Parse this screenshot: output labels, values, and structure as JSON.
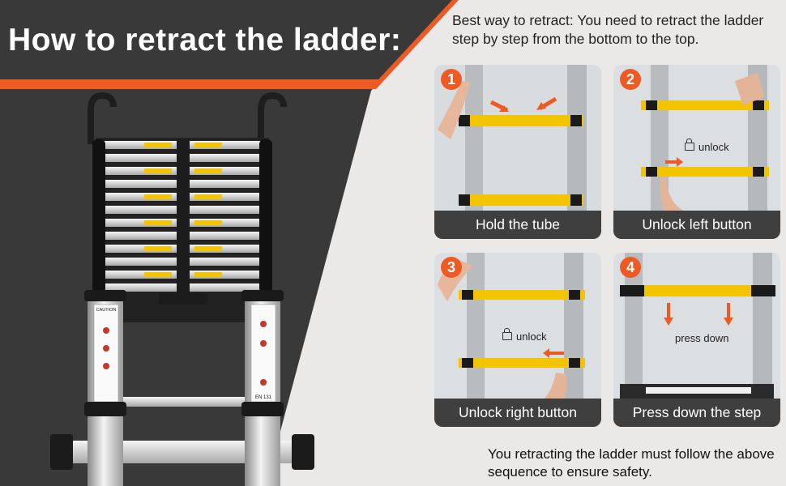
{
  "banner": {
    "title": "How to retract the ladder:",
    "accent_color": "#ee5a24",
    "background_color": "#393939"
  },
  "hint": {
    "text": "Best way to retract: You need to retract the ladder step by step from the bottom to the top."
  },
  "steps": [
    {
      "number": "1",
      "caption": "Hold the tube",
      "icon": "hands-holding-tubes"
    },
    {
      "number": "2",
      "caption": "Unlock left button",
      "label": "unlock",
      "icon": "unlock-icon"
    },
    {
      "number": "3",
      "caption": "Unlock right button",
      "label": "unlock",
      "icon": "unlock-icon"
    },
    {
      "number": "4",
      "caption": "Press down the step",
      "label": "press down",
      "icon": "down-arrow-icon"
    }
  ],
  "ladder": {
    "caution_label": "CAUTION",
    "standard_label": "EN 131"
  },
  "footer": {
    "text": "You retracting the ladder must follow the above sequence to ensure safety."
  }
}
